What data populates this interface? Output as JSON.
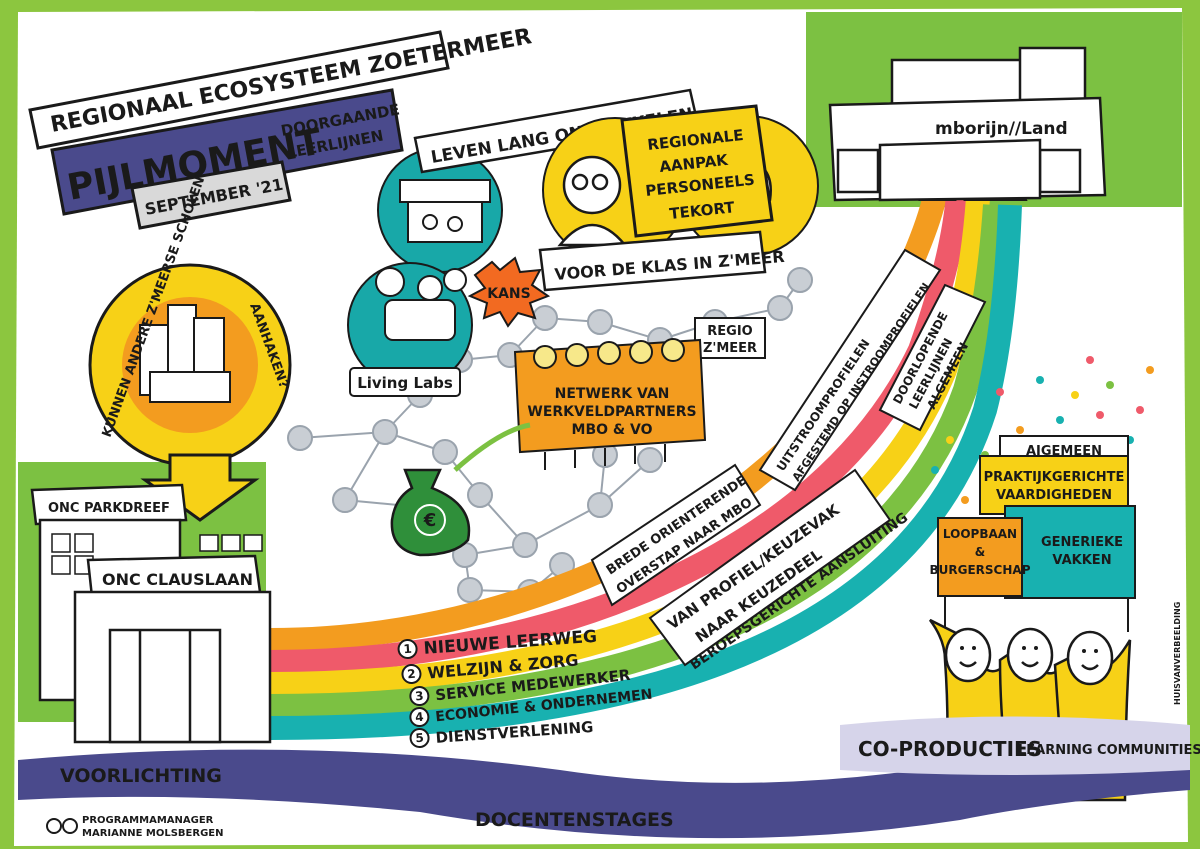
{
  "title": {
    "line1": "REGIONAAL ECOSYSTEEM ZOETERMEER",
    "line2": "PIJLMOMENT",
    "line2b_1": "DOORGAANDE",
    "line2b_2": "LEERLIJNEN",
    "date": "SEPTEMBER '21"
  },
  "bubbles": {
    "scholen_1": "KUNNEN ANDERE Z'MEERSE SCHOLEN",
    "scholen_2": "AANHAKEN?",
    "living_labs": "Living Labs",
    "kans": "KANS",
    "leven_lang": "LEVEN LANG ONTWIKKELEN",
    "tekort_1": "REGIONALE",
    "tekort_2": "AANPAK",
    "tekort_3": "PERSONEELS",
    "tekort_4": "TEKORT",
    "voor_de_klas": "VOOR DE KLAS IN Z'MEER",
    "regio_1": "REGIO",
    "regio_2": "Z'MEER",
    "netwerk_1": "NETWERK VAN",
    "netwerk_2": "WERKVELDPARTNERS",
    "netwerk_3": "MBO & VO"
  },
  "buildings": {
    "parkdreef": "ONC PARKDREEF",
    "clauslaan": "ONC CLAUSLAAN",
    "mbo": "mborijn//Land"
  },
  "streams": [
    {
      "num": "1",
      "label": "NIEUWE LEERWEG",
      "color": "#f39c1f"
    },
    {
      "num": "2",
      "label": "WELZIJN & ZORG",
      "color": "#ef5a6a"
    },
    {
      "num": "3",
      "label": "SERVICE MEDEWERKER",
      "color": "#f7d117"
    },
    {
      "num": "4",
      "label": "ECONOMIE & ONDERNEMEN",
      "color": "#7cc142"
    },
    {
      "num": "5",
      "label": "DIENSTVERLENING",
      "color": "#18b1b0"
    }
  ],
  "arc_labels": {
    "brede_1": "BREDE ORIENTERENDE",
    "brede_2": "OVERSTAP NAAR MBO",
    "profiel_1": "VAN PROFIEL/KEUZEVAK",
    "profiel_2": "NAAR KEUZEDEEL",
    "profiel_3": "BEROEPSGERICHTE AANSLUITING",
    "uitstroom_1": "UITSTROOMPROFIELEN",
    "uitstroom_2": "AFGESTEMD OP INSTROOMPROFIELEN",
    "doorlopende_1": "DOORLOPENDE",
    "doorlopende_2": "LEERLIJNEN",
    "doorlopende_3": "ALGEMEEN"
  },
  "signs": {
    "algemeen": "AIGEMEEN",
    "praktijk_1": "PRAKTIJKGERICHTE",
    "praktijk_2": "VAARDIGHEDEN",
    "loopbaan_1": "LOOPBAAN",
    "loopbaan_2": "&",
    "loopbaan_3": "BURGERSCHAP",
    "generieke_1": "GENERIEKE",
    "generieke_2": "VAKKEN"
  },
  "bottom": {
    "voorlichting": "VOORLICHTING",
    "docentenstages": "DOCENTENSTAGES",
    "coproducties": "CO-PRODUCTIES",
    "learning": "LEARNING COMMUNITIES",
    "pm_1": "PROGRAMMAMANAGER",
    "pm_2": "MARIANNE MOLSBERGEN",
    "credit": "HUISVANVERBEELDING"
  }
}
